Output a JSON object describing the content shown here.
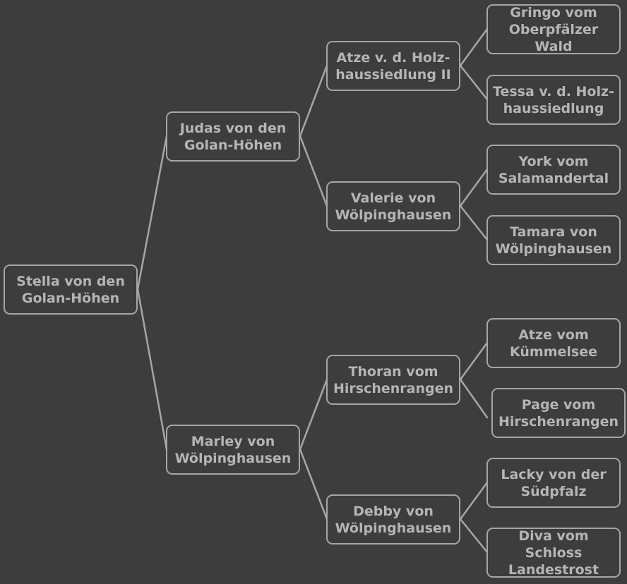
{
  "pedigree": {
    "subject": [
      "Stella von den",
      "Golan-Höhen"
    ],
    "sire": [
      "Judas von den",
      "Golan-Höhen"
    ],
    "dam": [
      "Marley von",
      "Wölpinghausen"
    ],
    "sire_sire": [
      "Atze v. d. Holz-",
      "haussiedlung II"
    ],
    "sire_dam": [
      "Valerie von",
      "Wölpinghausen"
    ],
    "dam_sire": [
      "Thoran vom",
      "Hirschenrangen"
    ],
    "dam_dam": [
      "Debby von",
      "Wölpinghausen"
    ],
    "sire_sire_sire": [
      "Gringo vom",
      "Oberpfälzer",
      "Wald"
    ],
    "sire_sire_dam": [
      "Tessa v. d. Holz-",
      "haussiedlung"
    ],
    "sire_dam_sire": [
      "York vom",
      "Salamandertal"
    ],
    "sire_dam_dam": [
      "Tamara von",
      "Wölpinghausen"
    ],
    "dam_sire_sire": [
      "Atze vom",
      "Kümmelsee"
    ],
    "dam_sire_dam": [
      "Page vom",
      "Hirschenrangen"
    ],
    "dam_dam_sire": [
      "Lacky von der",
      "Südpfalz"
    ],
    "dam_dam_dam": [
      "Diva vom",
      "Schloss",
      "Landestrost"
    ]
  }
}
